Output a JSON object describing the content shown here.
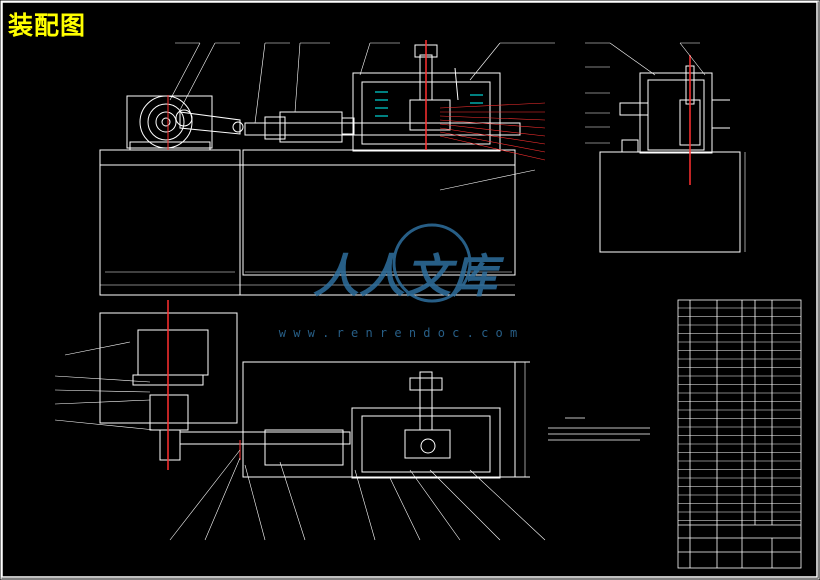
{
  "title": "装配图",
  "watermark": {
    "text": "人人文库",
    "url": "w w w . r e n r e n d o c . c o m"
  },
  "colors": {
    "background": "#000000",
    "line": "#ffffff",
    "title": "#ffff00",
    "centerline": "#ff3030",
    "leader": "#ff3030",
    "hatch": "#00ffff",
    "watermark": "#2e6f9e"
  }
}
